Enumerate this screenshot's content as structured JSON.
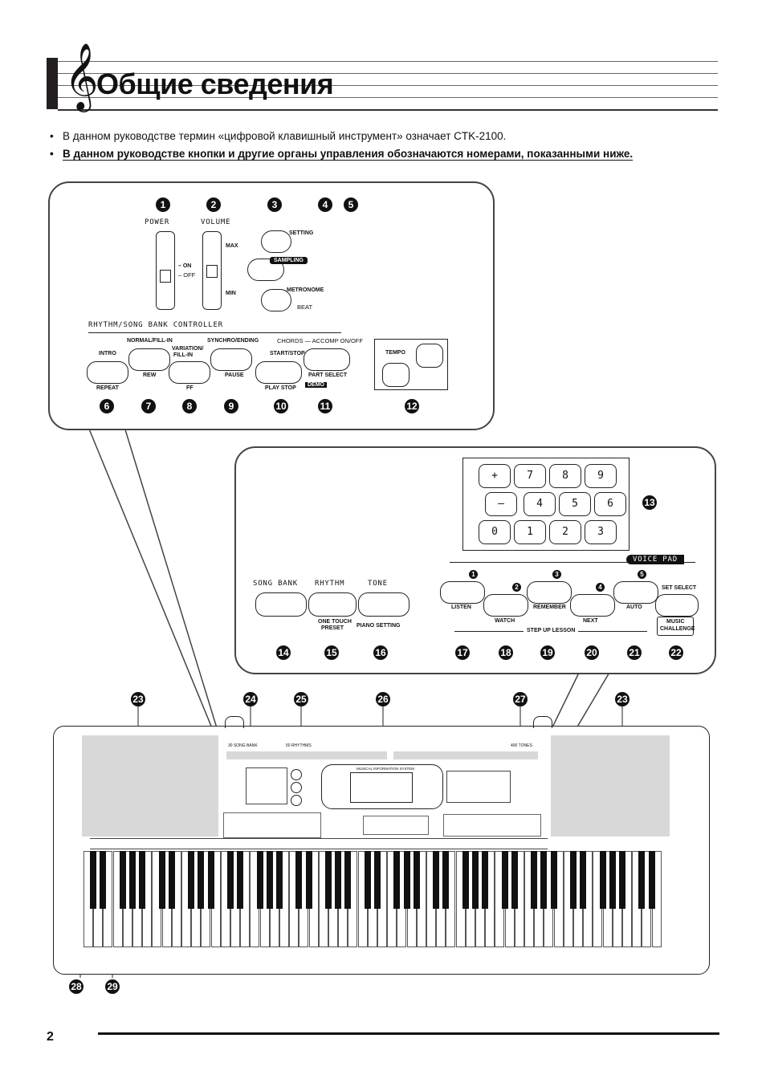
{
  "header": {
    "title": "Общие сведения",
    "clef_icon": "treble-clef-icon"
  },
  "bullets": [
    "В данном руководстве термин «цифровой клавишный инструмент» означает CTK-2100.",
    "В данном руководстве кнопки и другие органы управления обозначаются номерами, показанными ниже."
  ],
  "top_panel": {
    "power_label": "POWER",
    "volume_label": "VOLUME",
    "on_label": "– ON",
    "off_label": "– OFF",
    "max_label": "MAX",
    "min_label": "MIN",
    "setting_label": "SETTING",
    "sampling_label": "SAMPLING",
    "metronome_label": "METRONOME",
    "beat_label": "BEAT",
    "controller_title": "RHYTHM/SONG BANK CONTROLLER",
    "intro_label": "INTRO",
    "repeat_label": "REPEAT",
    "normal_fill_label": "NORMAL/FILL-IN",
    "rew_label": "REW",
    "variation_label": "VARIATION/",
    "fill_in_label": "FILL-IN",
    "ff_label": "FF",
    "synchro_label": "SYNCHRO/ENDING",
    "pause_label": "PAUSE",
    "start_stop_label": "START/STOP",
    "play_stop_label": "PLAY STOP",
    "chords_label": "CHORDS — ACCOMP ON/OFF",
    "part_select_label": "PART SELECT",
    "demo_label": "DEMO",
    "tempo_label": "TEMPO"
  },
  "middle_panel": {
    "keypad": [
      "+",
      "7",
      "8",
      "9",
      "–",
      "4",
      "5",
      "6",
      "0",
      "1",
      "2",
      "3"
    ],
    "voice_pad_label": "VOICE PAD",
    "song_bank_label": "SONG BANK",
    "rhythm_label": "RHYTHM",
    "tone_label": "TONE",
    "one_touch_label": "ONE TOUCH",
    "preset_label": "PRESET",
    "piano_setting_label": "PIANO SETTING",
    "listen_label": "LISTEN",
    "watch_label": "WATCH",
    "remember_label": "REMEMBER",
    "next_label": "NEXT",
    "auto_label": "AUTO",
    "set_select_label": "SET SELECT",
    "music_label": "MUSIC",
    "challenge_label": "CHALLENGE",
    "step_up_label": "STEP UP LESSON"
  },
  "callouts": [
    "1",
    "2",
    "3",
    "4",
    "5",
    "6",
    "7",
    "8",
    "9",
    "10",
    "11",
    "12",
    "13",
    "14",
    "15",
    "16",
    "17",
    "18",
    "19",
    "20",
    "21",
    "22",
    "23",
    "24",
    "25",
    "26",
    "27",
    "23",
    "28",
    "29"
  ],
  "voice_pad_nums": [
    "1",
    "2",
    "3",
    "4",
    "5"
  ],
  "keyboard": {
    "song_bank_strip": "30 SONG BANK",
    "rhythms_strip": "50 RHYTHMS",
    "tones_strip": "400 TONES",
    "display_label": "MUSICAL INFORMATION SYSTEM"
  },
  "page_number": "2"
}
